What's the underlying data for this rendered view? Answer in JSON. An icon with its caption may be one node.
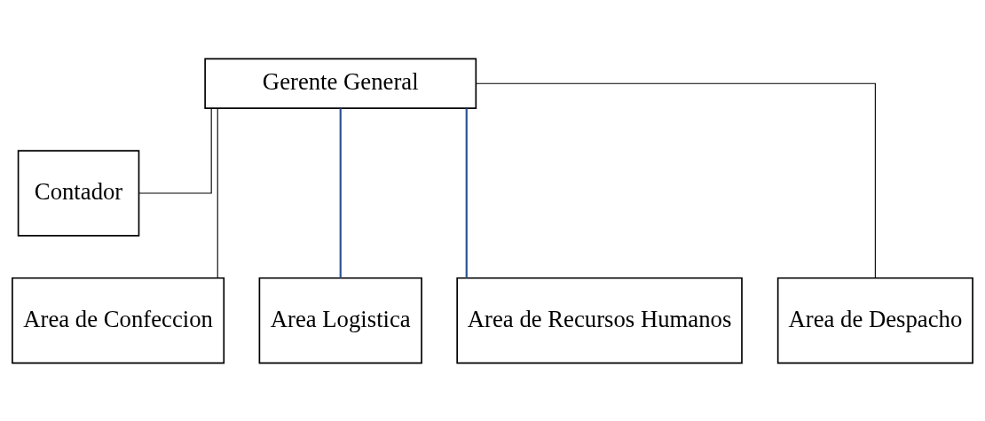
{
  "diagram": {
    "nodes": [
      {
        "text": [
          "Gerente General"
        ]
      },
      {
        "text": [
          "Contador"
        ]
      },
      {
        "text": [
          "Area de Confeccion"
        ]
      },
      {
        "text": [
          "Area Logistica"
        ]
      },
      {
        "text": [
          "Area de Recursos Humanos"
        ]
      },
      {
        "text": [
          "Area de Despacho"
        ]
      }
    ],
    "edges": [
      {
        "from": 0,
        "to": 1,
        "arrow": "none"
      },
      {
        "from": 0,
        "to": 2,
        "arrow": "none"
      },
      {
        "from": 0,
        "to": 3,
        "arrow": "none",
        "color": "#2f5496"
      },
      {
        "from": 0,
        "to": 4,
        "arrow": "none",
        "color": "#2f5496"
      },
      {
        "from": 0,
        "to": 5,
        "arrow": "none"
      }
    ]
  }
}
